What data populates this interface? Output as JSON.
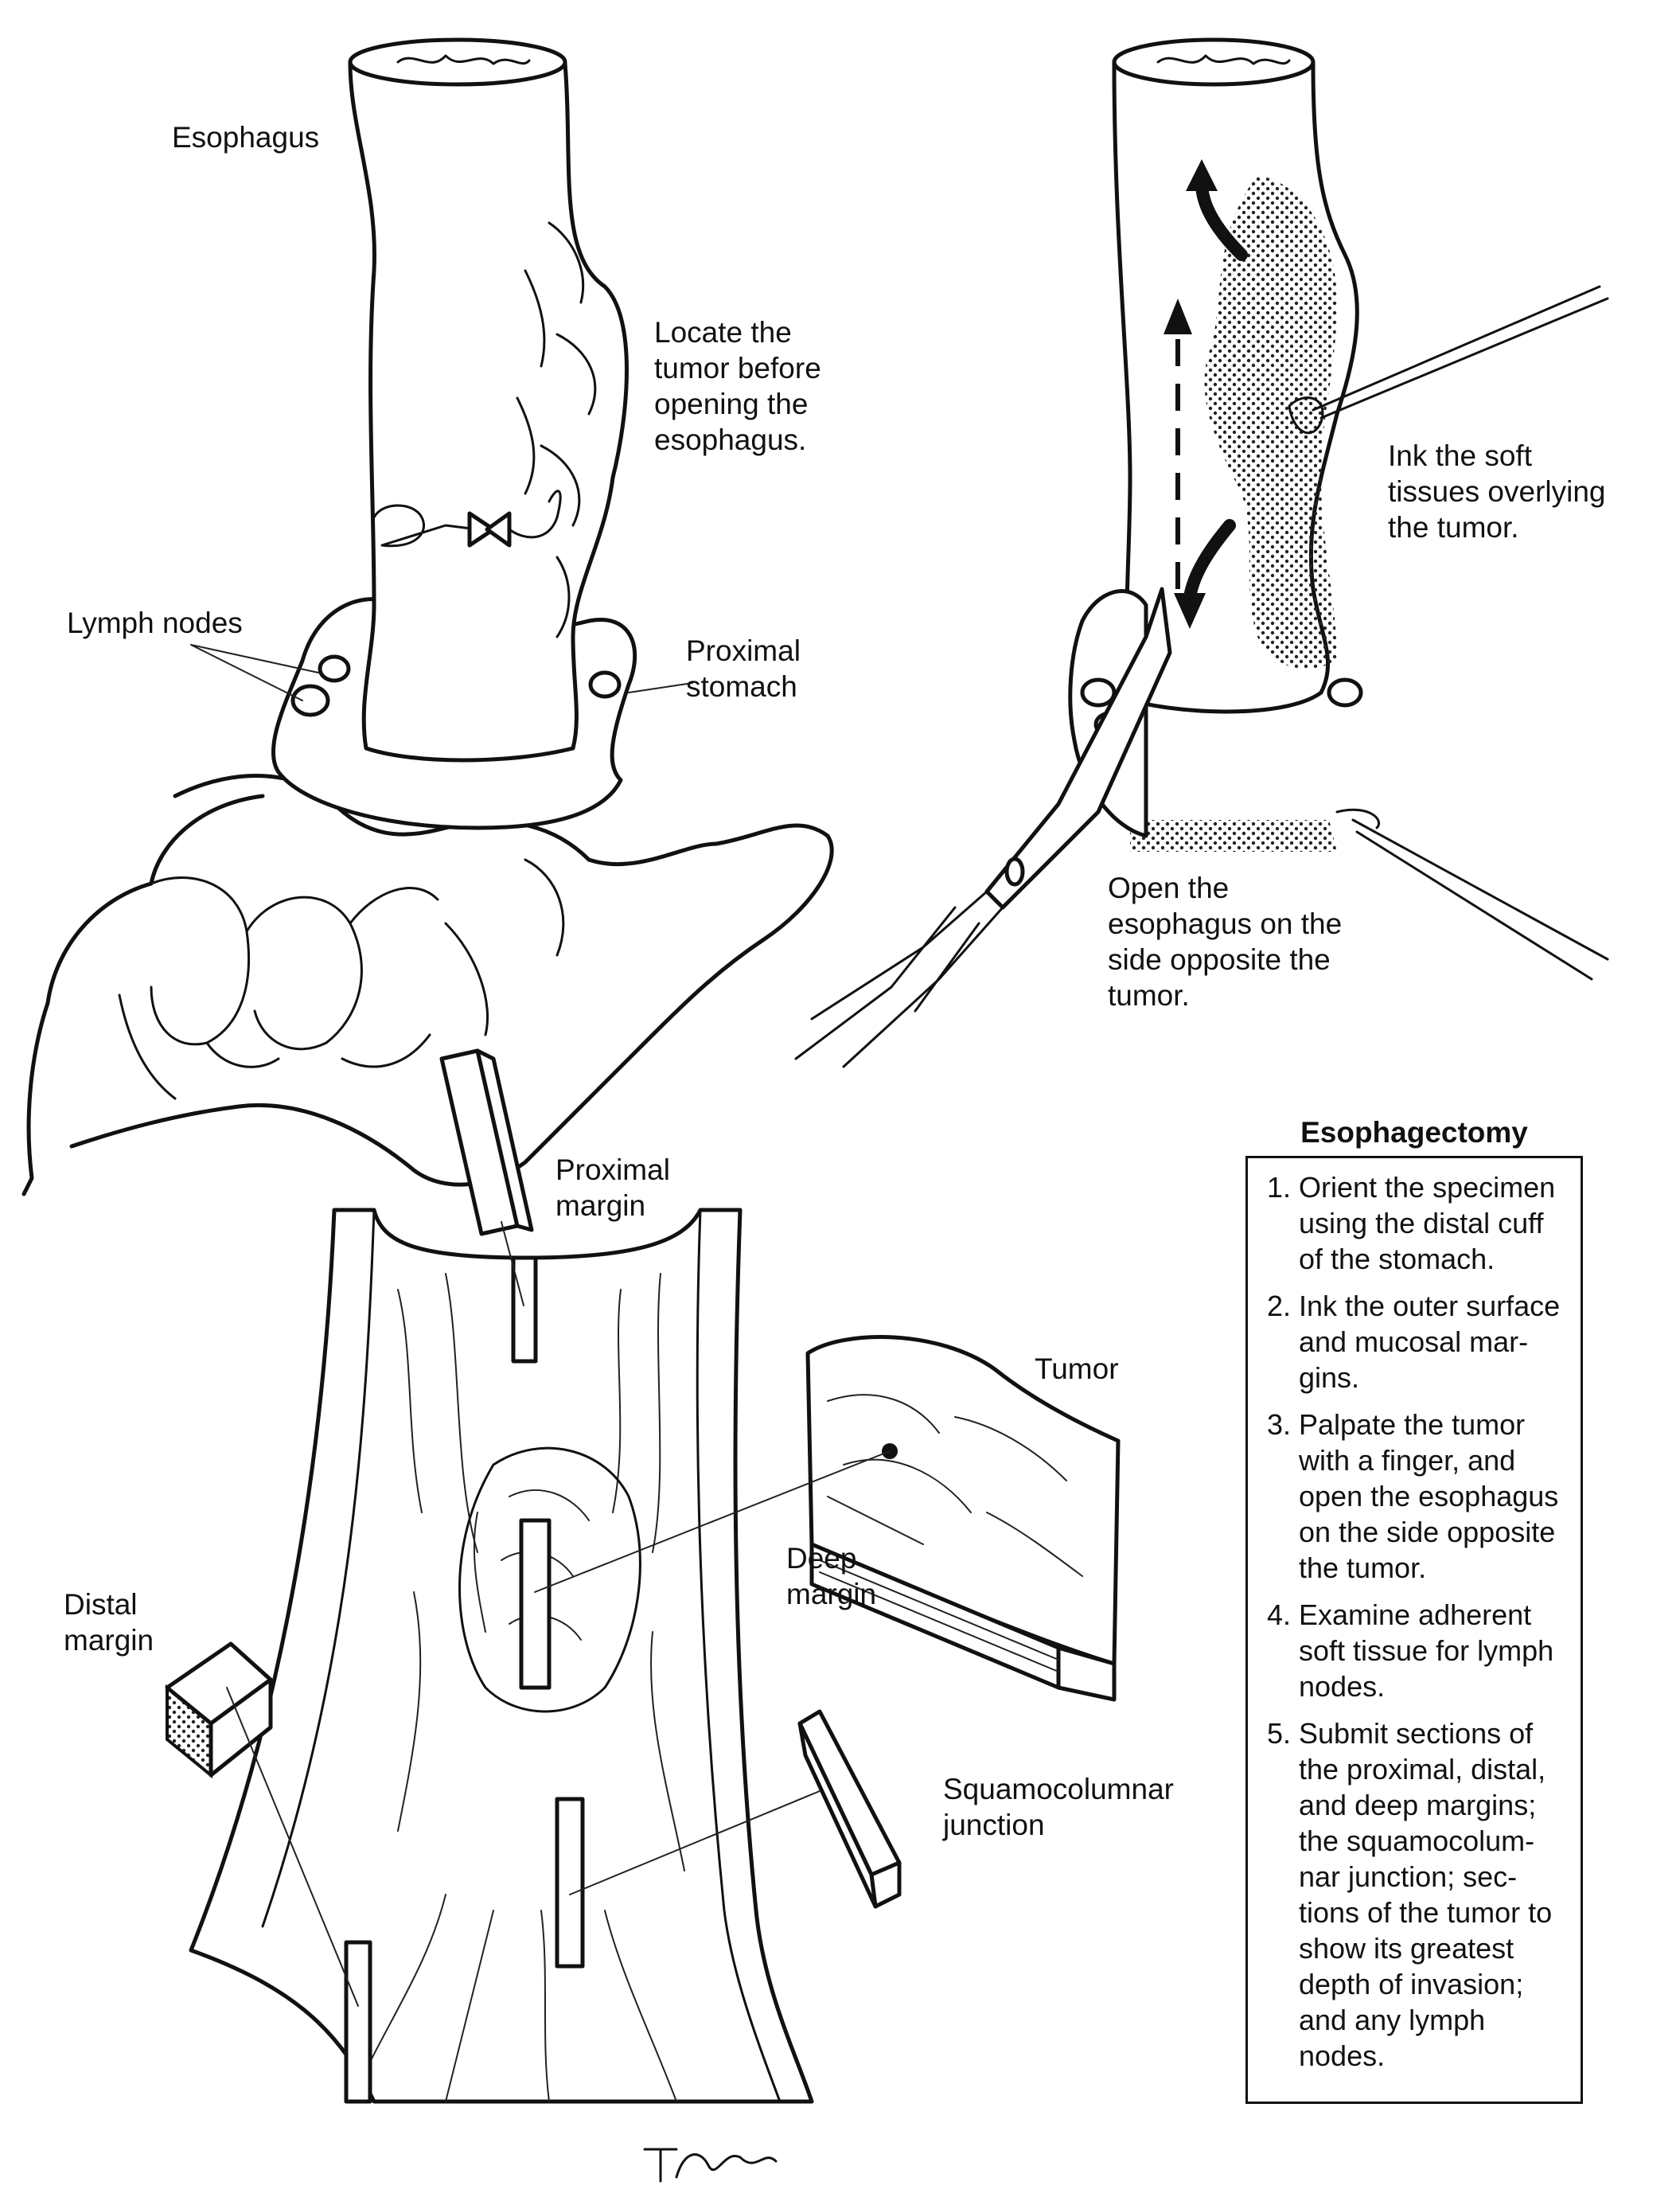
{
  "labels": {
    "esophagus": "Esophagus",
    "locate_tumor": [
      "Locate the",
      "tumor before",
      "opening the",
      "esophagus."
    ],
    "lymph_nodes": "Lymph nodes",
    "proximal_stomach": [
      "Proximal",
      "stomach"
    ],
    "ink_soft_tissues": [
      "Ink the soft",
      "tissues overlying",
      "the tumor."
    ],
    "open_esophagus": [
      "Open the",
      "esophagus on the",
      "side opposite the",
      "tumor."
    ],
    "proximal_margin": [
      "Proximal",
      "margin"
    ],
    "tumor": "Tumor",
    "deep_margin": [
      "Deep",
      "margin"
    ],
    "distal_margin": [
      "Distal",
      "margin"
    ],
    "squamocolumnar_junction": [
      "Squamocolumnar",
      "junction"
    ]
  },
  "procedure": {
    "title": "Esophagectomy",
    "steps": [
      {
        "num": "1.",
        "lines": [
          "Orient the specimen",
          "using the distal cuff",
          "of the stomach."
        ]
      },
      {
        "num": "2.",
        "lines": [
          "Ink the outer surface",
          "and mucosal mar-",
          "gins."
        ]
      },
      {
        "num": "3.",
        "lines": [
          "Palpate the tumor",
          "with a finger, and",
          "open the esophagus",
          "on the side opposite",
          "the tumor."
        ]
      },
      {
        "num": "4.",
        "lines": [
          "Examine adherent",
          "soft tissue for lymph",
          "nodes."
        ]
      },
      {
        "num": "5.",
        "lines": [
          "Submit sections of",
          "the proximal, distal,",
          "and deep margins;",
          "the squamocolum-",
          "nar junction; sec-",
          "tions of the tumor to",
          "show its greatest",
          "depth of invasion;",
          "and any lymph",
          "nodes."
        ]
      }
    ]
  }
}
